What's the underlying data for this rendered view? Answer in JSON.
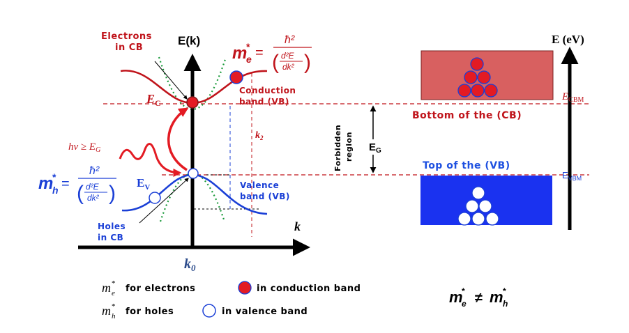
{
  "left_diagram": {
    "axis_y_label": "E(k)",
    "axis_y_label_italic": "k",
    "axis_x_label": "k",
    "origin_label_main": "k",
    "origin_label_sub": "0",
    "ec_label_main": "E",
    "ec_label_sub": "C",
    "ev_label_main": "E",
    "ev_label_sub": "V",
    "electrons_label_line1": "Electrons",
    "electrons_label_line2": "in CB",
    "holes_label_line1": "Holes",
    "holes_label_line2": "in CB",
    "conduction_label_line1": "Conduction",
    "conduction_label_line2": "band (VB)",
    "valence_label_line1": "Valence",
    "valence_label_line2": "band (VB)",
    "photon_label": "hν ≥ E",
    "photon_label_sub": "G",
    "k2_label_main": "k",
    "k2_label_sub": "2",
    "me_formula": {
      "m": "m",
      "sub": "e",
      "sup": "*",
      "num": "ħ²",
      "den_top": "d²E",
      "den_bot": "dk²"
    },
    "mh_formula": {
      "m": "m",
      "sub": "h",
      "sup": "*",
      "num": "ħ²",
      "den_top": "d²E",
      "den_bot": "dk²"
    }
  },
  "middle": {
    "forbidden_line1": "Forbidden",
    "forbidden_line2": "region",
    "eg_main": "E",
    "eg_sub": "G"
  },
  "right_diagram": {
    "axis_label": "E (eV)",
    "ecbm_main": "E",
    "ecbm_sub": "CBM",
    "evbm_main": "E",
    "evbm_sub": "VBM",
    "cb_caption": "Bottom of the (CB)",
    "vb_caption": "Top of the (VB)"
  },
  "legend": {
    "row1_m": "m",
    "row1_sub": "e",
    "row1_sup": "*",
    "row1_text1": "for electrons",
    "row1_text2": "in conduction band",
    "row2_m": "m",
    "row2_sub": "h",
    "row2_sup": "*",
    "row2_text1": "for holes",
    "row2_text2": "in valence band",
    "relation_a": "m",
    "relation_a_sub": "e",
    "relation_a_sup": "*",
    "relation_op": "≠",
    "relation_b": "m",
    "relation_b_sub": "h",
    "relation_b_sup": "*"
  },
  "colors": {
    "red": "#c0141b",
    "electron_fill": "#e31b23",
    "blue": "#1a3fd6",
    "blue_text": "#1e50e0",
    "green": "#1a9a3a",
    "cb_box": "#d86060",
    "vb_box": "#1a32f0",
    "black": "#000000"
  }
}
